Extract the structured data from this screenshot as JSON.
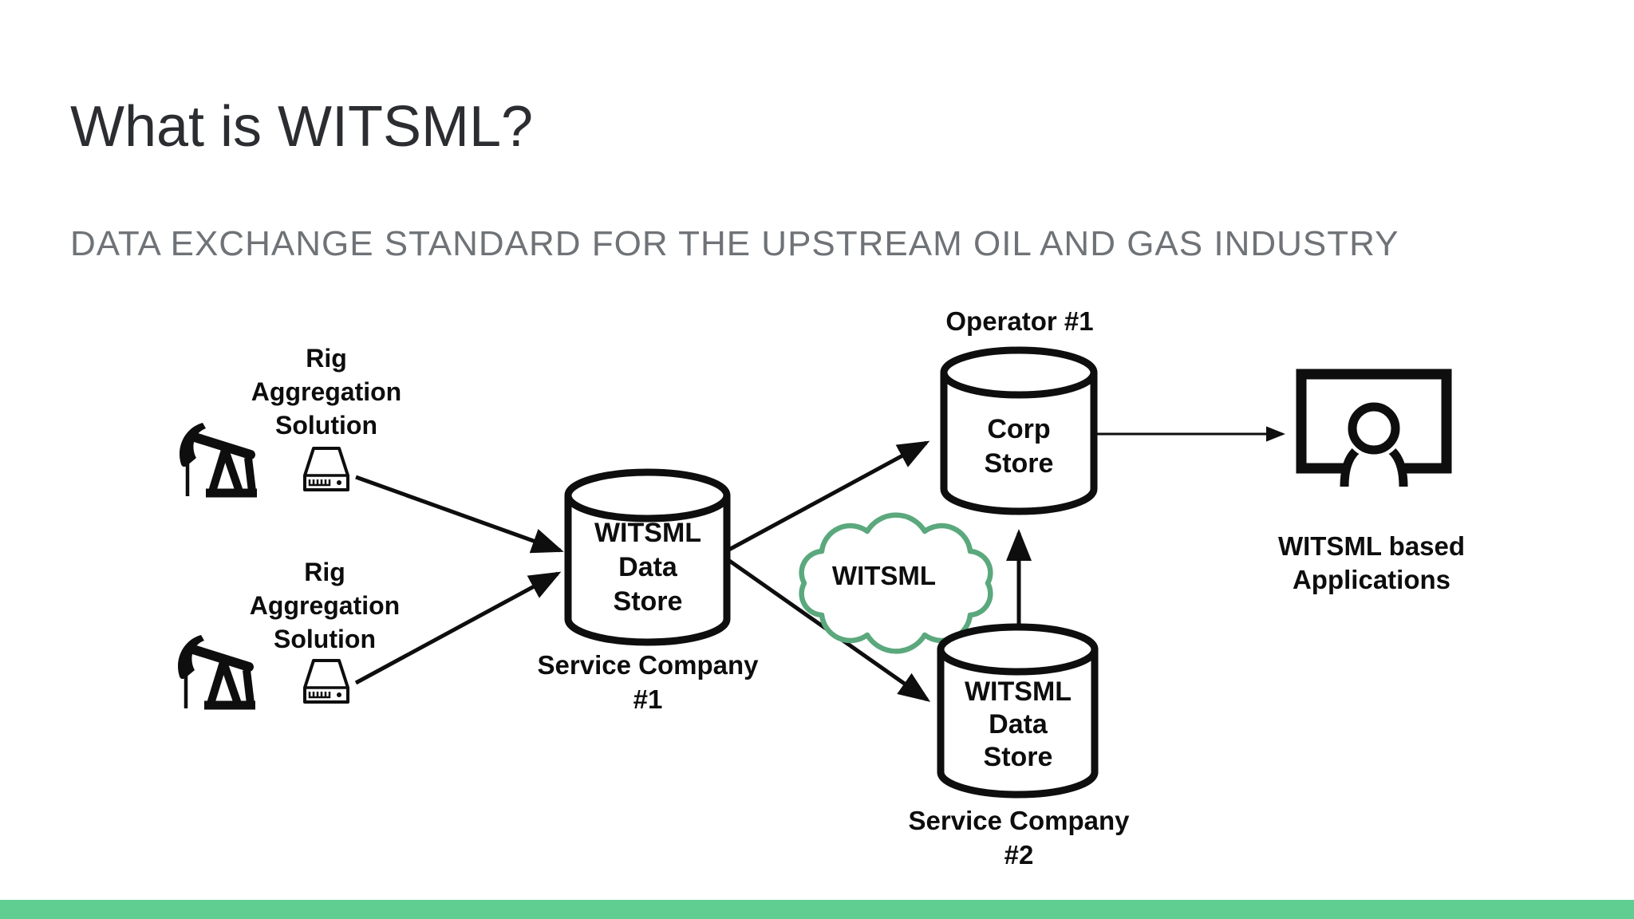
{
  "slide": {
    "title": "What is WITSML?",
    "subtitle": "DATA EXCHANGE STANDARD FOR THE UPSTREAM OIL AND GAS INDUSTRY",
    "accent_bar_color": "#60CE91"
  },
  "diagram": {
    "rig1_label": "Rig\nAggregation\nSolution",
    "rig2_label": "Rig\nAggregation\nSolution",
    "store1_label": "WITSML\nData\nStore",
    "store1_caption": "Service Company\n#1",
    "operator_caption": "Operator #1",
    "corp_label": "Corp\nStore",
    "cloud_label": "WITSML",
    "store2_label": "WITSML\nData\nStore",
    "store2_caption": "Service Company\n#2",
    "apps_caption": "WITSML based\nApplications",
    "cloud_color": "#5BA87D",
    "ink_color": "#0E0E0E"
  }
}
